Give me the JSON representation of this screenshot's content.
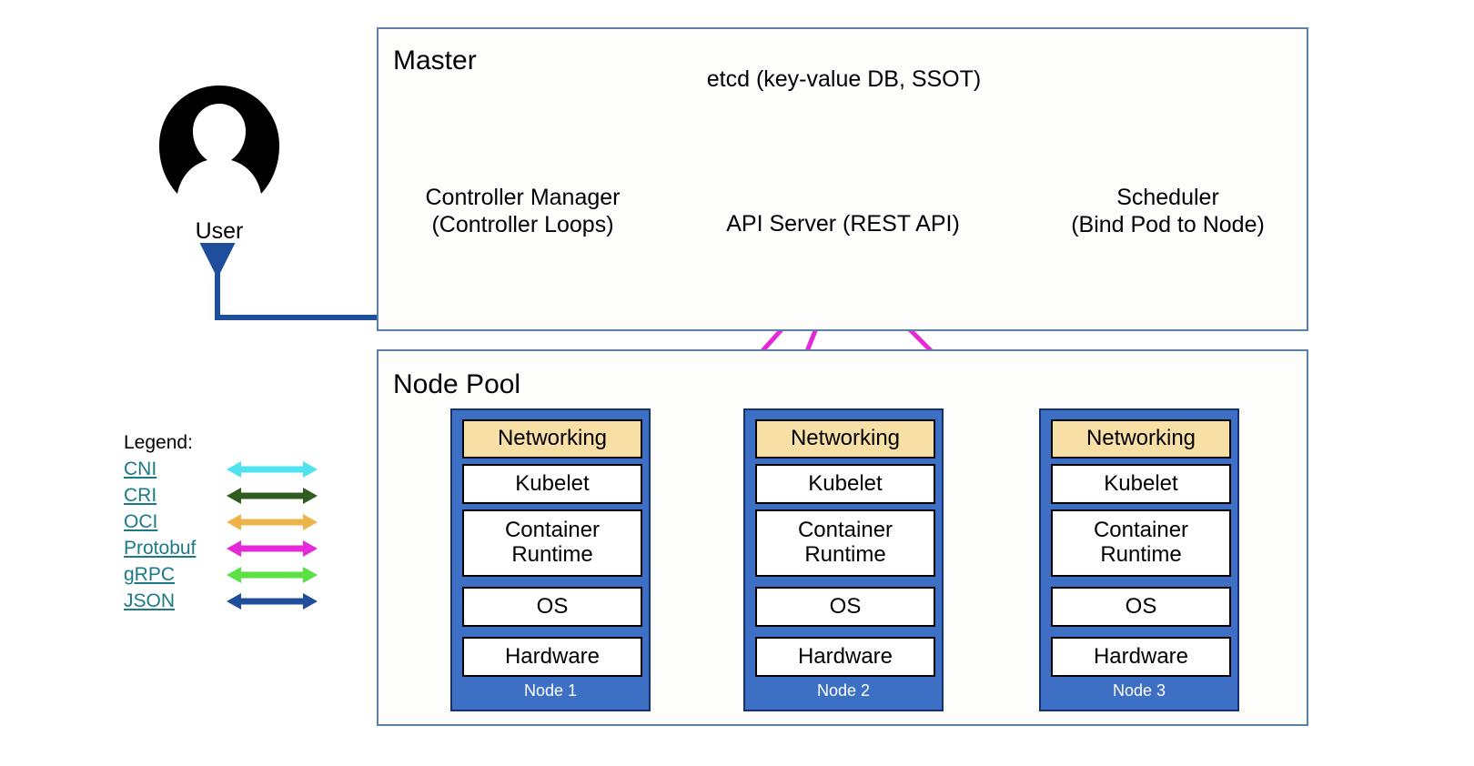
{
  "diagram": {
    "title_partial": "",
    "user": {
      "label": "User",
      "icon": "user-avatar-icon"
    },
    "master": {
      "title": "Master",
      "components": [
        {
          "id": "etcd",
          "label": "etcd (key-value DB, SSOT)"
        },
        {
          "id": "controller-manager",
          "label": "Controller Manager\n(Controller Loops)"
        },
        {
          "id": "api-server",
          "label": "API Server (REST API)"
        },
        {
          "id": "scheduler",
          "label": "Scheduler\n(Bind Pod to Node)"
        }
      ]
    },
    "node_pool": {
      "title": "Node Pool",
      "nodes": [
        {
          "name": "Node 1",
          "layers": [
            "Networking",
            "Kubelet",
            "Container\nRuntime",
            "OS",
            "Hardware"
          ]
        },
        {
          "name": "Node 2",
          "layers": [
            "Networking",
            "Kubelet",
            "Container\nRuntime",
            "OS",
            "Hardware"
          ]
        },
        {
          "name": "Node 3",
          "layers": [
            "Networking",
            "Kubelet",
            "Container\nRuntime",
            "OS",
            "Hardware"
          ]
        }
      ]
    },
    "legend": {
      "title": "Legend:",
      "items": [
        {
          "label": "CNI",
          "color": "#4ee3ef"
        },
        {
          "label": "CRI",
          "color": "#2f5c1f"
        },
        {
          "label": "OCI",
          "color": "#eeb44c"
        },
        {
          "label": "Protobuf",
          "color": "#e528d8"
        },
        {
          "label": "gRPC",
          "color": "#5ce046"
        },
        {
          "label": "JSON",
          "color": "#1f4e9c"
        }
      ]
    },
    "colors": {
      "container_border": "#5b80a8",
      "component_border": "#e0a458",
      "node_frame": "#3d6fc4",
      "node_frame_border": "#14326e",
      "networking_fill": "#f7dfa5",
      "legend_link": "#1a7a86",
      "cni": "#4ee3ef",
      "cri": "#2f5c1f",
      "oci": "#eeb44c",
      "protobuf": "#e528d8",
      "grpc": "#5ce046",
      "json": "#1f4e9c",
      "os_hardware_connector": "#d96b65"
    }
  }
}
